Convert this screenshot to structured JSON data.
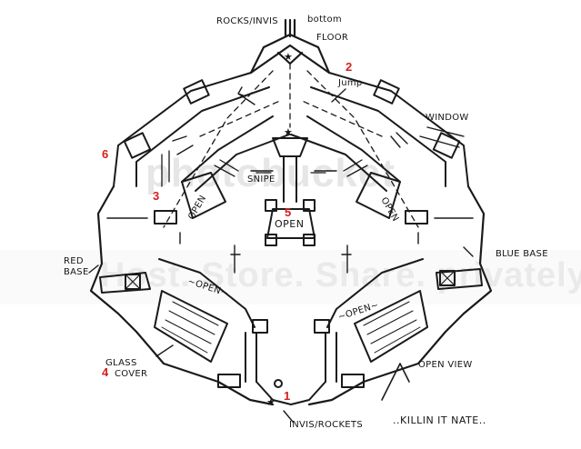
{
  "labels": {
    "rocks_invis": "ROCKS/INVIS",
    "bottom_floor_line1": "bottom",
    "bottom_floor_line2": "FLOOR",
    "jump": "Jump",
    "window": "WINDOW",
    "red_base_line1": "RED",
    "red_base_line2": "BASE",
    "blue_base": "BLUE BASE",
    "snipe": "SNIPE",
    "open_center": "OPEN",
    "open_left_ramp": "OPEN",
    "open_right_ramp": "OPEN",
    "open_left_lower": "~OPEN~",
    "open_right_lower": "~OPEN~",
    "glass_cover_line1": "GLASS",
    "glass_cover_line2": "COVER",
    "open_view": "OPEN VIEW",
    "invis_rockets": "INVIS/ROCKETS",
    "signature": "..KILLIN IT NATE.."
  },
  "markers": {
    "m1": "1",
    "m2": "2",
    "m3": "3",
    "m4": "4",
    "m5": "5",
    "m6": "6"
  },
  "watermark": {
    "brand": "photobucket",
    "tagline": "Host. Store. Share. privately"
  },
  "colors": {
    "ink": "#1a1a1a",
    "marker": "#d21f1f",
    "watermark": "#e6e6e6"
  }
}
